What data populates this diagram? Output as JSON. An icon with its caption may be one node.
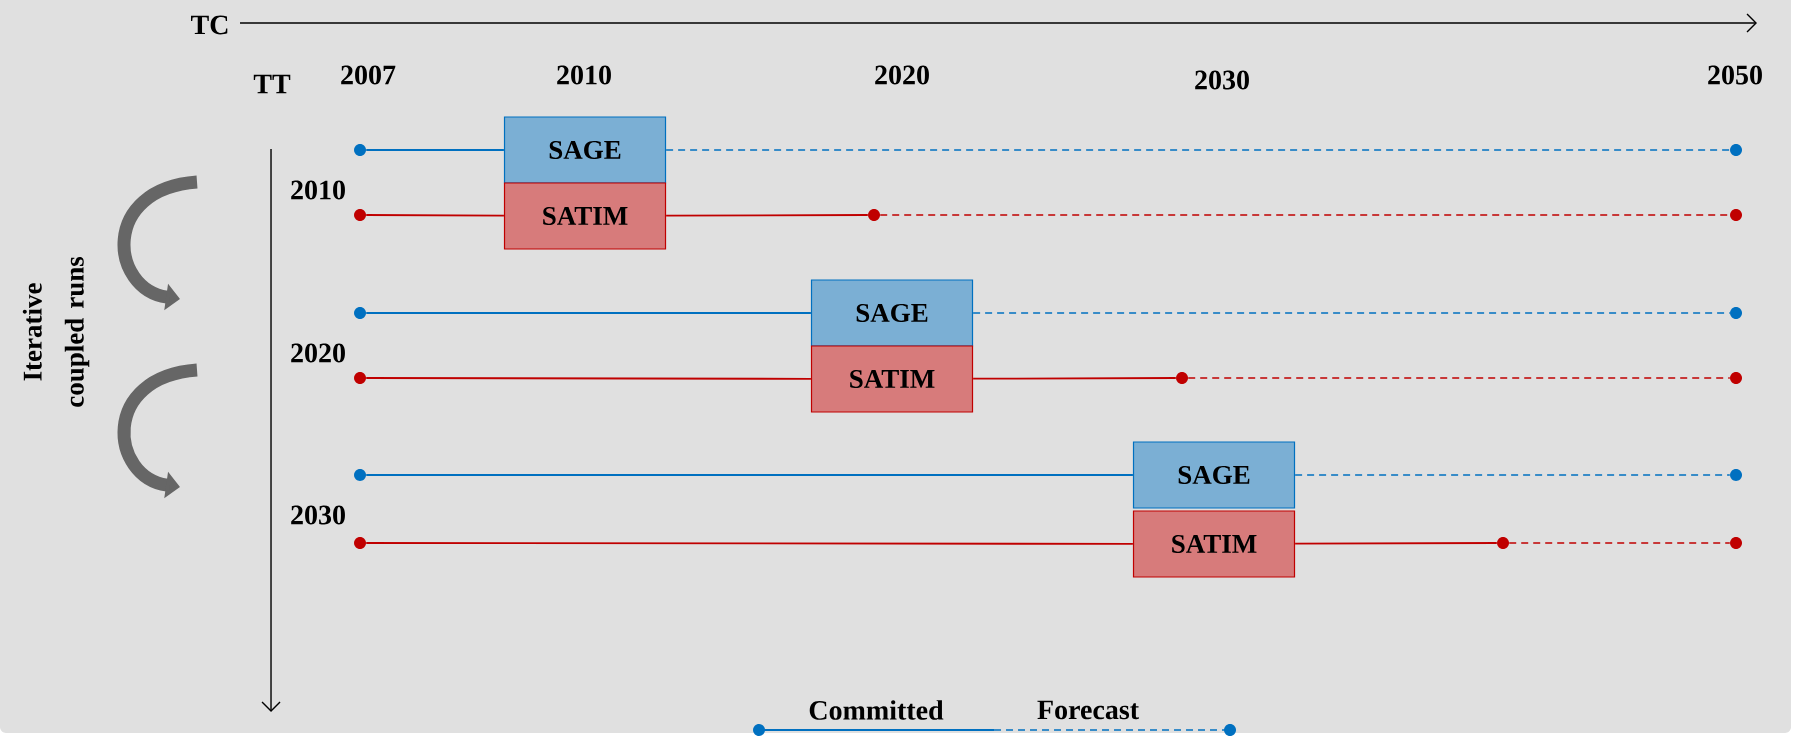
{
  "diagram": {
    "nodes": [
      {
        "text": [],
        "shape": "circle"
      },
      {
        "text": [
          "SAGE"
        ]
      },
      {
        "text": [],
        "shape": "circle"
      },
      {
        "text": [],
        "shape": "circle"
      },
      {
        "text": [
          "SATIM"
        ]
      },
      {
        "text": [],
        "shape": "circle"
      },
      {
        "text": [],
        "shape": "circle"
      },
      {
        "text": [],
        "shape": "circle"
      },
      {
        "text": [
          "SAGE"
        ]
      },
      {
        "text": [],
        "shape": "circle"
      },
      {
        "text": [],
        "shape": "circle"
      },
      {
        "text": [
          "SATIM"
        ]
      },
      {
        "text": [],
        "shape": "circle"
      },
      {
        "text": [],
        "shape": "circle"
      },
      {
        "text": [],
        "shape": "circle"
      },
      {
        "text": [
          "SAGE"
        ]
      },
      {
        "text": [],
        "shape": "circle"
      },
      {
        "text": [],
        "shape": "circle"
      },
      {
        "text": [
          "SATIM"
        ]
      },
      {
        "text": [],
        "shape": "circle"
      },
      {
        "text": [],
        "shape": "circle"
      }
    ],
    "edges": [
      {
        "from": 0,
        "to": 1,
        "arrow": "none",
        "color": "#0070c0"
      },
      {
        "from": 1,
        "to": 2,
        "arrow": "none",
        "style": "dashed",
        "color": "#0070c0"
      },
      {
        "from": 3,
        "to": 4,
        "arrow": "none",
        "color": "#c00000"
      },
      {
        "from": 4,
        "to": 5,
        "arrow": "none",
        "color": "#c00000"
      },
      {
        "from": 5,
        "to": 6,
        "arrow": "none",
        "style": "dashed",
        "color": "#c00000"
      },
      {
        "from": 7,
        "to": 8,
        "arrow": "none",
        "color": "#0070c0"
      },
      {
        "from": 8,
        "to": 9,
        "arrow": "none",
        "style": "dashed",
        "color": "#0070c0"
      },
      {
        "from": 10,
        "to": 11,
        "arrow": "none",
        "color": "#c00000"
      },
      {
        "from": 11,
        "to": 12,
        "arrow": "none",
        "color": "#c00000"
      },
      {
        "from": 12,
        "to": 13,
        "arrow": "none",
        "style": "dashed",
        "color": "#c00000"
      },
      {
        "from": 14,
        "to": 15,
        "arrow": "none",
        "color": "#0070c0"
      },
      {
        "from": 15,
        "to": 16,
        "arrow": "none",
        "style": "dashed",
        "color": "#0070c0"
      },
      {
        "from": 17,
        "to": 18,
        "arrow": "none",
        "color": "#c00000"
      },
      {
        "from": 18,
        "to": 19,
        "arrow": "none",
        "color": "#c00000"
      },
      {
        "from": 19,
        "to": 20,
        "arrow": "none",
        "style": "dashed",
        "color": "#c00000"
      }
    ],
    "labels": [
      "TC",
      "TT",
      "2007",
      "2010",
      "2020",
      "2030",
      "2050",
      "2010",
      "2020",
      "2030",
      "Iterative coupled runs"
    ],
    "legend": [
      {
        "text": "Committed"
      },
      {
        "text": "Forecast"
      }
    ]
  }
}
